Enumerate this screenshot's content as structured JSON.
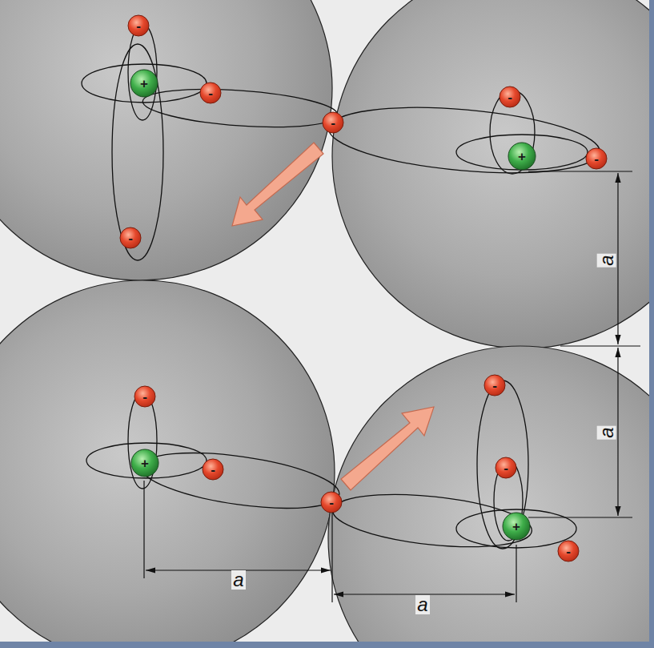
{
  "diagram": {
    "labels": [
      "-",
      "+",
      "-",
      "-",
      "-",
      "+",
      "-",
      "-",
      "a",
      "-",
      "-",
      "a",
      "+",
      "-",
      "-",
      "-",
      "+",
      "-",
      "a",
      "a"
    ]
  }
}
